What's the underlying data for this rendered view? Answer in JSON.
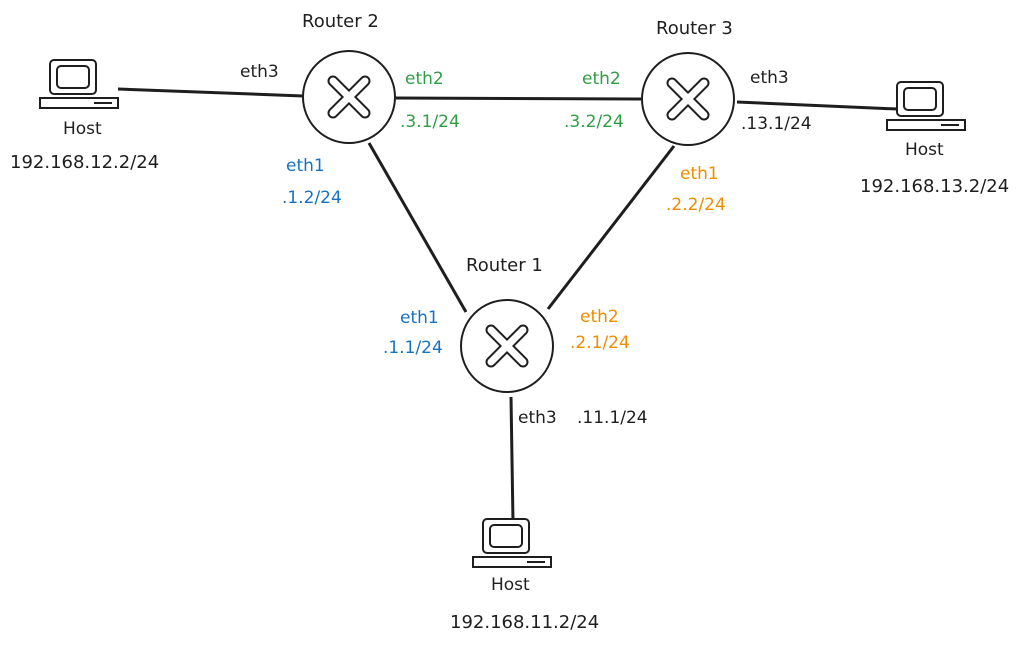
{
  "colors": {
    "black": "#1e1e1e",
    "green": "#2f9e44",
    "blue": "#1971c2",
    "orange": "#f08c00"
  },
  "routers": [
    {
      "id": "r1",
      "label": "Router 1"
    },
    {
      "id": "r2",
      "label": "Router 2"
    },
    {
      "id": "r3",
      "label": "Router 3"
    }
  ],
  "hosts": [
    {
      "id": "h12",
      "label": "Host",
      "ip": "192.168.12.2/24"
    },
    {
      "id": "h13",
      "label": "Host",
      "ip": "192.168.13.2/24"
    },
    {
      "id": "h11",
      "label": "Host",
      "ip": "192.168.11.2/24"
    }
  ],
  "links": [
    {
      "id": "r2-r3",
      "from": "r2",
      "to": "r3",
      "color": "green",
      "a_if": "eth2",
      "a_ip": ".3.1/24",
      "b_if": "eth2",
      "b_ip": ".3.2/24"
    },
    {
      "id": "r2-r1",
      "from": "r2",
      "to": "r1",
      "color": "blue",
      "a_if": "eth1",
      "a_ip": ".1.2/24",
      "b_if": "eth1",
      "b_ip": ".1.1/24"
    },
    {
      "id": "r3-r1",
      "from": "r3",
      "to": "r1",
      "color": "orange",
      "a_if": "eth1",
      "a_ip": ".2.2/24",
      "b_if": "eth2",
      "b_ip": ".2.1/24"
    },
    {
      "id": "r2-h12",
      "from": "r2",
      "to": "h12",
      "color": "black",
      "a_if": "eth3"
    },
    {
      "id": "r3-h13",
      "from": "r3",
      "to": "h13",
      "color": "black",
      "a_if": "eth3",
      "a_ip": ".13.1/24"
    },
    {
      "id": "r1-h11",
      "from": "r1",
      "to": "h11",
      "color": "black",
      "a_if": "eth3",
      "a_ip": ".11.1/24"
    }
  ]
}
